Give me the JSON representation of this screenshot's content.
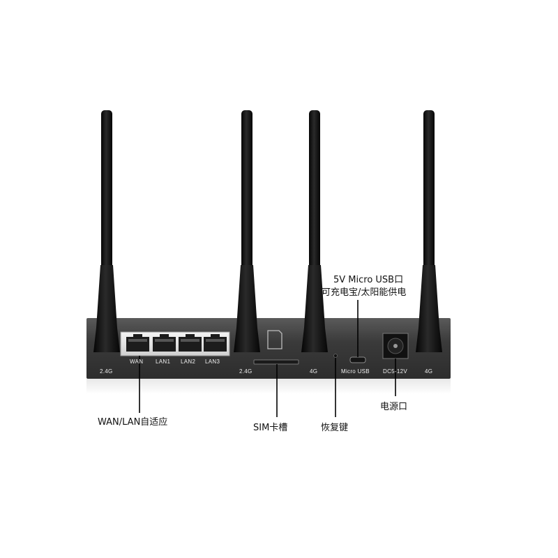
{
  "ports": {
    "wan": "WAN",
    "lan1": "LAN1",
    "lan2": "LAN2",
    "lan3": "LAN3",
    "band_left": "2.4G",
    "band_mid": "2.4G",
    "band_4g_mid": "4G",
    "band_4g_right": "4G",
    "micro_usb": "Micro USB",
    "dc": "DC5-12V"
  },
  "callouts": {
    "wan_lan": "WAN/LAN自适应",
    "sim": "SIM卡槽",
    "reset": "恢复键",
    "usb_title": "5V Micro USB口",
    "usb_desc": "可充电宝/太阳能供电",
    "power": "电源口"
  },
  "colors": {
    "body": "#333333",
    "antenna": "#111111",
    "label_text": "#f0f0f0",
    "callout_line": "#000000"
  }
}
